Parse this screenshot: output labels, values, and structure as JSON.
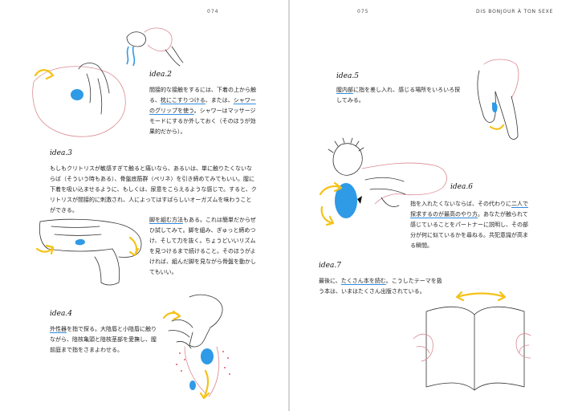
{
  "left_page": {
    "page_number": "074",
    "ideas": [
      {
        "heading": "idea.2",
        "text_parts": [
          "間接的な接触をするには、下着の上から触る、",
          "枕にこすりつける",
          "、または、",
          "シャワーのグリップを使う",
          "。シャワーはマッサージモードにするか外しておく（そのほうが効果的だから）。"
        ]
      },
      {
        "heading": "idea.3",
        "paragraph_1": "もしもクリトリスが敏感すぎて触ると痛いなら、あるいは、単に触りたくないならば（そういう時もある）、骨盤底筋群（ペリネ）を引き締めてみてもいい。膣に下着を吸い込ませるように、もしくは、尿意をこらえるような感じで。すると、クリトリスが間接的に刺激され、人によってはすばらしいオーガズムを味わうことができる。",
        "paragraph_2_parts": [
          "脚を組む方法",
          "もある。これは簡単だからぜひ試してみて。脚を組み、ぎゅっと締めつけ、そして力を抜く。ちょうどいいリズムを見つけるまで続けること。そのほうがよければ、組んだ脚を見ながら骨盤を動かしてもいい。"
        ]
      },
      {
        "heading": "idea.4",
        "text_parts": [
          "外性器",
          "を指で探る。大陰唇と小陰唇に触りながら、陰核亀頭と陰核茎部を愛撫し、膣前庭まで指をさまよわせる。"
        ]
      }
    ]
  },
  "right_page": {
    "page_number": "075",
    "header_title": "DIS BONJOUR À TON SEXE",
    "ideas": [
      {
        "heading": "idea.5",
        "text_parts": [
          "膣内部",
          "に指を差し入れ、感じる場所をいろいろ探してみる。"
        ]
      },
      {
        "heading": "idea.6",
        "text_parts": [
          "指を入れたくないならば、その代わりに",
          "二人で探求するのが最高のやり方",
          "。あなたが触られて感じていることをパートナーに説明し、その部分が何に似ているかを尋ねる。共犯意識が高まる瞬間。"
        ]
      },
      {
        "heading": "idea.7",
        "text_parts": [
          "最後に、",
          "たくさん本を読む",
          "。こうしたテーマを扱う本は、いまはたくさん出版されている。"
        ]
      }
    ]
  },
  "colors": {
    "accent_blue": "#2f9ae6",
    "arrow_yellow": "#f5c218",
    "sketch_pink": "#d98a92",
    "ink": "#222222"
  }
}
